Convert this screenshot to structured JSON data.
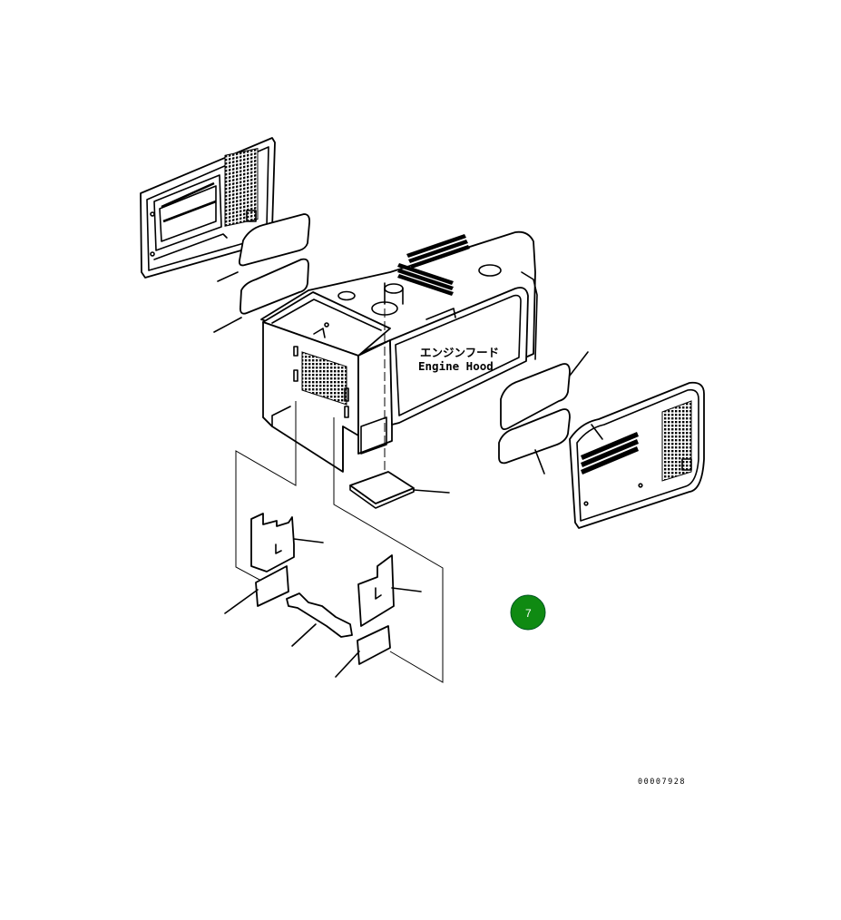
{
  "labels": {
    "part_name_jp": "エンジンフード",
    "part_name_en": "Engine Hood",
    "drawing_code": "00007928"
  },
  "badge": {
    "number": "7",
    "color": "#0f8a12"
  },
  "colors": {
    "line": "#000000",
    "background": "#ffffff"
  }
}
